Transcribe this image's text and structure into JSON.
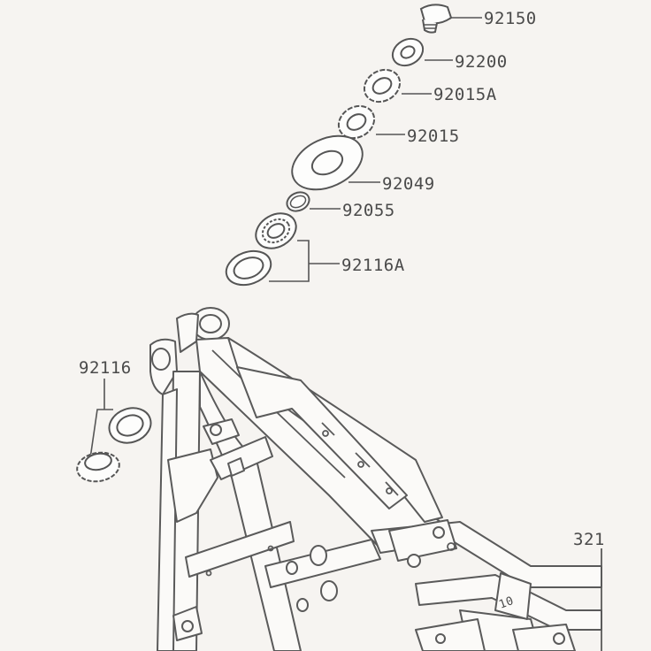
{
  "diagram": {
    "callouts": [
      {
        "id": "c1",
        "label": "92150"
      },
      {
        "id": "c2",
        "label": "92200"
      },
      {
        "id": "c3",
        "label": "92015A"
      },
      {
        "id": "c4",
        "label": "92015"
      },
      {
        "id": "c5",
        "label": "92049"
      },
      {
        "id": "c6",
        "label": "92055"
      },
      {
        "id": "c7",
        "label": "92116A"
      },
      {
        "id": "c8",
        "label": "92116"
      },
      {
        "id": "c9",
        "label": "321"
      },
      {
        "id": "c10",
        "label": "10"
      }
    ]
  },
  "colors": {
    "paper": "#f6f4f1",
    "ink": "#555555"
  }
}
